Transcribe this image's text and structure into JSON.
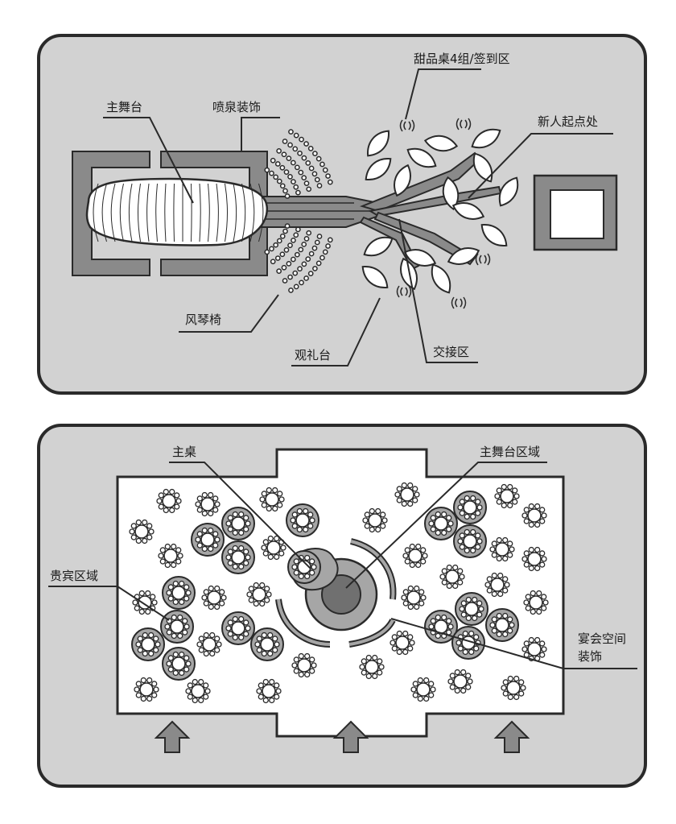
{
  "colors": {
    "panel": "#d2d2d2",
    "outline": "#2a2a2a",
    "dark_block": "#8a8a8a",
    "table_ring": "#a6a6a6",
    "main_disc": "#707070",
    "white": "#ffffff"
  },
  "top_diagram": {
    "labels": {
      "main_stage": "主舞台",
      "fountain_decor": "喷泉装饰",
      "dessert_signin": "甜品桌4组/签到区",
      "couple_start": "新人起点处",
      "accordion_chairs": "风琴椅",
      "ceremony_stage": "观礼台",
      "handover_zone": "交接区"
    }
  },
  "bottom_diagram": {
    "labels": {
      "main_table": "主桌",
      "main_stage_area": "主舞台区域",
      "vip_area": "贵宾区域",
      "banquet_decor_line1": "宴会空间",
      "banquet_decor_line2": "装饰"
    },
    "entrance_count": 3,
    "guest_tables": 46,
    "vip_tables": 16
  }
}
